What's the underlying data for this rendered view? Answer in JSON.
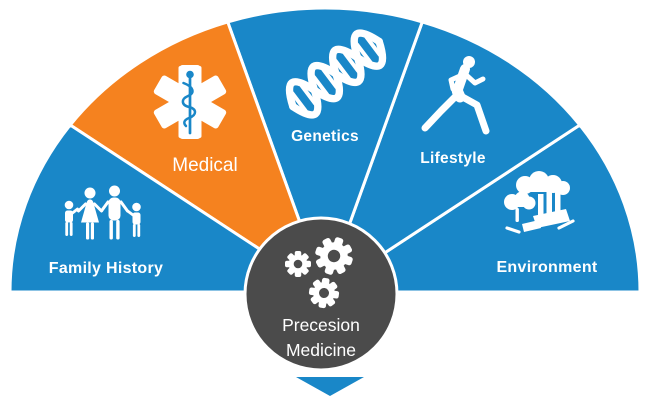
{
  "colors": {
    "blue": "#1987c8",
    "orange": "#f5821f",
    "dark_gray": "#4b4b4b",
    "white": "#ffffff"
  },
  "segments": [
    {
      "label": "Family History",
      "icon": "family-icon",
      "color": "#1987c8"
    },
    {
      "label": "Medical",
      "icon": "star-of-life-icon",
      "color": "#f5821f"
    },
    {
      "label": "Genetics",
      "icon": "dna-helix-icon",
      "color": "#1987c8"
    },
    {
      "label": "Lifestyle",
      "icon": "runner-icon",
      "color": "#1987c8"
    },
    {
      "label": "Environment",
      "icon": "factory-smoke-icon",
      "color": "#1987c8"
    }
  ],
  "center": {
    "label_line1": "Precesion",
    "label_line2": "Medicine",
    "icon": "gears-icon"
  },
  "pointer": {
    "icon": "down-arrow-icon"
  }
}
